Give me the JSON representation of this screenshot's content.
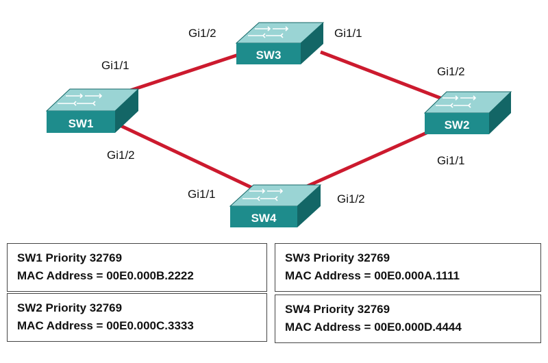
{
  "colors": {
    "link": "#cc1a2e",
    "switch_front": "#1e8c8c",
    "switch_top": "#9ad4d4",
    "switch_side": "#136666"
  },
  "switches": {
    "sw1": {
      "name": "SW1"
    },
    "sw2": {
      "name": "SW2"
    },
    "sw3": {
      "name": "SW3"
    },
    "sw4": {
      "name": "SW4"
    }
  },
  "ports": {
    "sw1_gi1_1": "Gi1/1",
    "sw1_gi1_2": "Gi1/2",
    "sw2_gi1_2": "Gi1/2",
    "sw2_gi1_1": "Gi1/1",
    "sw3_gi1_2": "Gi1/2",
    "sw3_gi1_1": "Gi1/1",
    "sw4_gi1_1": "Gi1/1",
    "sw4_gi1_2": "Gi1/2"
  },
  "info": {
    "sw1": {
      "priority_line": "SW1 Priority 32769",
      "mac_line": "MAC Address = 00E0.000B.2222"
    },
    "sw3": {
      "priority_line": "SW3 Priority 32769",
      "mac_line": "MAC Address = 00E0.000A.1111"
    },
    "sw2": {
      "priority_line": "SW2 Priority 32769",
      "mac_line": "MAC Address = 00E0.000C.3333"
    },
    "sw4": {
      "priority_line": "SW4 Priority 32769",
      "mac_line": "MAC Address = 00E0.000D.4444"
    }
  }
}
